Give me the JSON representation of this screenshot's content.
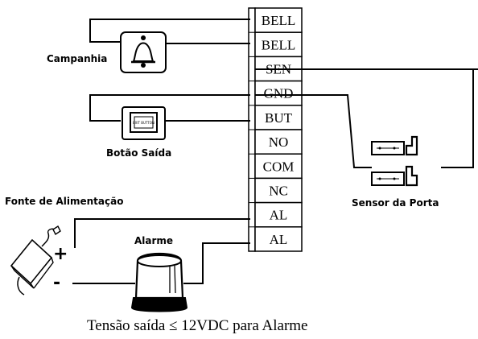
{
  "terminal_block": {
    "terminals": [
      {
        "label": "BELL"
      },
      {
        "label": "BELL"
      },
      {
        "label": "SEN"
      },
      {
        "label": "GND"
      },
      {
        "label": "BUT"
      },
      {
        "label": "NO"
      },
      {
        "label": "COM"
      },
      {
        "label": "NC"
      },
      {
        "label": "AL"
      },
      {
        "label": "AL"
      }
    ]
  },
  "devices": {
    "bell": {
      "label": "Campanhia",
      "icon": "bell-icon"
    },
    "exit_button": {
      "label": "Botão Saída",
      "face_text": "EXIT BUTTON",
      "icon": "push-button-icon"
    },
    "power_supply": {
      "label": "Fonte de Alimentação",
      "plus": "+",
      "minus": "-",
      "icon": "power-adapter-icon"
    },
    "alarm": {
      "label": "Alarme",
      "icon": "siren-icon"
    },
    "door_sensor": {
      "label": "Sensor da Porta",
      "icon": "magnetic-sensor-icon"
    }
  },
  "caption": "Tensão saída ≤   12VDC para Alarme"
}
